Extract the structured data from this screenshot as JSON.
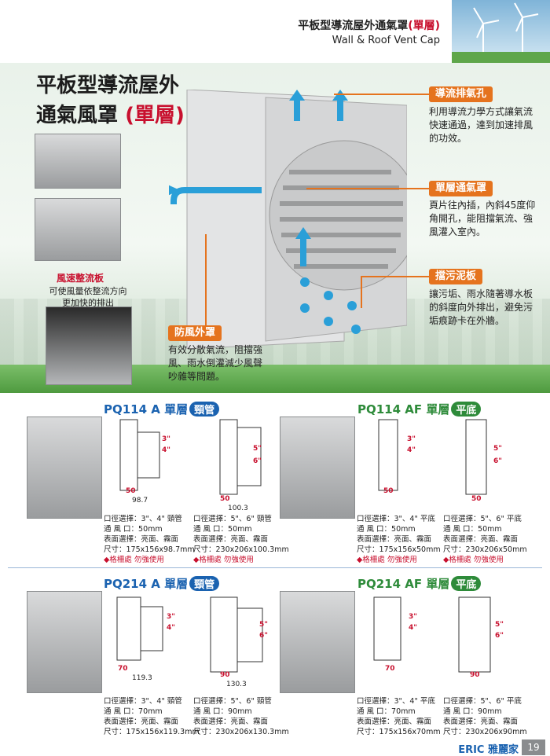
{
  "header": {
    "title_prefix": "平板型導流屋外通氣罩",
    "title_suffix": "(單層)",
    "subtitle": "Wall & Roof Vent Cap"
  },
  "hero": {
    "title_line1": "平板型導流屋外",
    "title_line2": "通氣風罩",
    "title_red": "(單層)",
    "callouts": [
      {
        "label": "導流排氣孔",
        "desc": "利用導流力學方式讓氣流快速通過，達到加速排風的功效。"
      },
      {
        "label": "單層通氣罩",
        "desc": "頁片往內插，內斜45度仰角開孔，能阻擋氣流、強風灌入室內。"
      },
      {
        "label": "擋污泥板",
        "desc": "讓污垢、雨水隨著導水板的斜度向外排出，避免污垢痕跡卡在外牆。"
      },
      {
        "label": "防風外罩",
        "desc": "有效分散氣流，阻擋強風、雨水倒灌減少風聲吵雜等問題。"
      }
    ],
    "side": {
      "label": "風速整流板",
      "desc_line1": "可使風量依整流方向",
      "desc_line2": "更加快的排出"
    }
  },
  "products": [
    {
      "code": "PQ114 A 單層",
      "pill": "頸管",
      "left": {
        "sizes": [
          "3\"",
          "4\""
        ],
        "dia": "50",
        "depth": "98.7",
        "spec": [
          "口徑選擇：3\"、4\" 頸管",
          "通 風 口：50mm",
          "表面選擇：亮面、霧面",
          "尺寸：175x156x98.7mm"
        ],
        "warn": "◆格柵處 勿強使用"
      },
      "right": {
        "sizes": [
          "5\"",
          "6\""
        ],
        "dia": "50",
        "depth": "100.3",
        "spec": [
          "口徑選擇：5\"、6\" 頸管",
          "通 風 口：50mm",
          "表面選擇：亮面、霧面",
          "尺寸：230x206x100.3mm"
        ],
        "warn": "◆格柵處 勿強使用"
      }
    },
    {
      "code": "PQ114 AF 單層",
      "pill": "平底",
      "left": {
        "sizes": [
          "3\"",
          "4\""
        ],
        "dia": "50",
        "depth": "",
        "spec": [
          "口徑選擇：3\"、4\" 平底",
          "通 風 口：50mm",
          "表面選擇：亮面、霧面",
          "尺寸：175x156x50mm"
        ],
        "warn": "◆格柵處 勿強使用"
      },
      "right": {
        "sizes": [
          "5\"",
          "6\""
        ],
        "dia": "50",
        "depth": "",
        "spec": [
          "口徑選擇：5\"、6\" 平底",
          "通 風 口：50mm",
          "表面選擇：亮面、霧面",
          "尺寸：230x206x50mm"
        ],
        "warn": "◆格柵處 勿強使用"
      }
    },
    {
      "code": "PQ214 A 單層",
      "pill": "頸管",
      "left": {
        "sizes": [
          "3\"",
          "4\""
        ],
        "dia": "70",
        "depth": "119.3",
        "spec": [
          "口徑選擇：3\"、4\" 頸管",
          "通 風 口：70mm",
          "表面選擇：亮面、霧面",
          "尺寸：175x156x119.3mm"
        ],
        "warn": ""
      },
      "right": {
        "sizes": [
          "5\"",
          "6\""
        ],
        "dia": "90",
        "depth": "130.3",
        "spec": [
          "口徑選擇：5\"、6\" 頸管",
          "通 風 口：90mm",
          "表面選擇：亮面、霧面",
          "尺寸：230x206x130.3mm"
        ],
        "warn": ""
      }
    },
    {
      "code": "PQ214 AF 單層",
      "pill": "平底",
      "left": {
        "sizes": [
          "3\"",
          "4\""
        ],
        "dia": "70",
        "depth": "",
        "spec": [
          "口徑選擇：3\"、4\" 平底",
          "通 風 口：70mm",
          "表面選擇：亮面、霧面",
          "尺寸：175x156x70mm"
        ],
        "warn": ""
      },
      "right": {
        "sizes": [
          "5\"",
          "6\""
        ],
        "dia": "90",
        "depth": "",
        "spec": [
          "口徑選擇：5\"、6\" 平底",
          "通 風 口：90mm",
          "表面選擇：亮面、霧面",
          "尺寸：230x206x90mm"
        ],
        "warn": ""
      }
    }
  ],
  "footer": {
    "brand": "ERIC 雅麗家",
    "page": "19"
  },
  "colors": {
    "accent_orange": "#e5731e",
    "brand_blue": "#1a62b0",
    "green": "#2e8b3a",
    "red": "#c8102e"
  }
}
